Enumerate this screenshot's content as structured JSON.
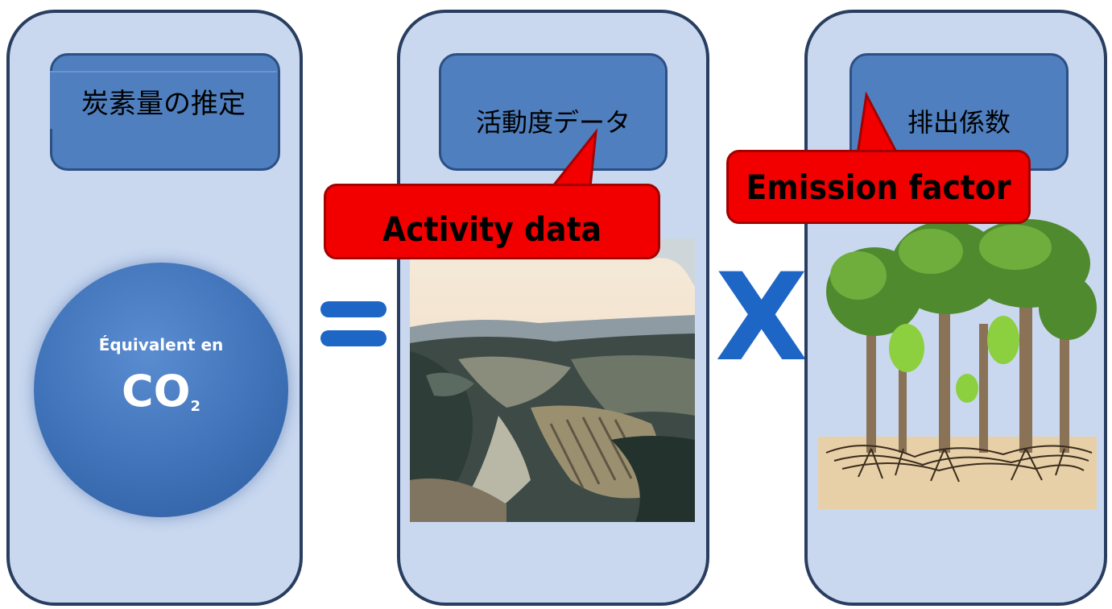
{
  "panels": [
    {
      "header": "炭素量の推定"
    },
    {
      "header": "活動度データ"
    },
    {
      "header": "排出係数"
    }
  ],
  "co2": {
    "subtitle": "Équivalent en",
    "main": "CO",
    "subscript": "2"
  },
  "operators": {
    "times": "X"
  },
  "callouts": {
    "activity": "Activity data",
    "emission": "Emission factor"
  },
  "colors": {
    "panel_bg": "#c9d8ef",
    "header_bg": "#4f7fbf",
    "operator_blue": "#1e66c6",
    "callout_red": "#f20000"
  }
}
